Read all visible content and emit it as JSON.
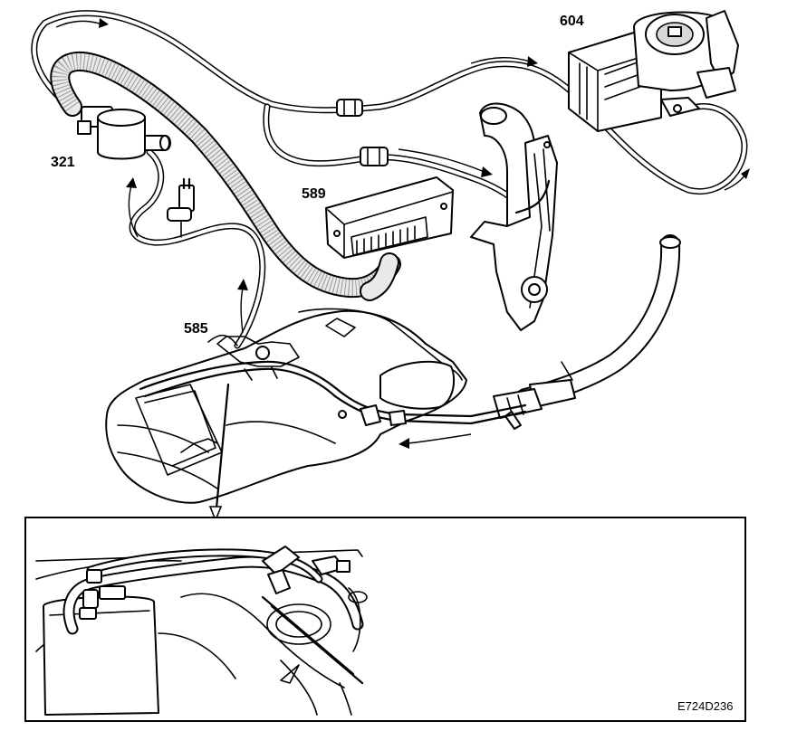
{
  "labels": {
    "part_321": "321",
    "part_604": "604",
    "part_589": "589",
    "part_585": "585"
  },
  "reference": "E724D236"
}
